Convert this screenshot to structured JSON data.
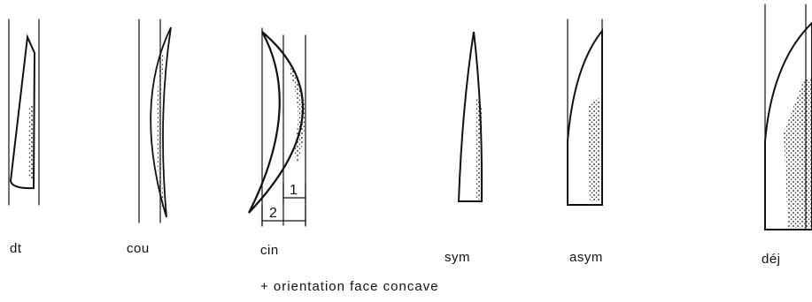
{
  "figures": [
    {
      "id": "dt",
      "label": "dt"
    },
    {
      "id": "cou",
      "label": "cou"
    },
    {
      "id": "cin",
      "label": "cin",
      "dimension_labels": [
        "1",
        "2"
      ]
    },
    {
      "id": "sym",
      "label": "sym"
    },
    {
      "id": "asym",
      "label": "asym"
    },
    {
      "id": "dej",
      "label": "déj"
    }
  ],
  "caption": "+ orientation face concave",
  "colors": {
    "ink": "#111111",
    "background": "#ffffff"
  }
}
